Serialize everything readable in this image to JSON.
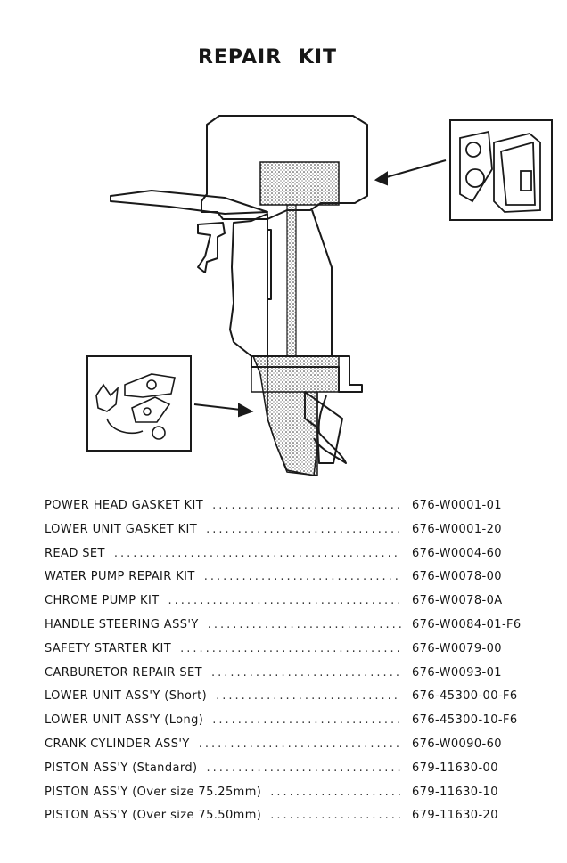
{
  "page": {
    "title": "REPAIR  KIT"
  },
  "diagram": {
    "subject": "outboard-motor",
    "callouts": [
      {
        "name": "power-head-gasket-set-inset",
        "points_to": "power-head"
      },
      {
        "name": "lower-unit-gasket-set-inset",
        "points_to": "lower-unit"
      }
    ]
  },
  "parts": [
    {
      "name": "POWER HEAD GASKET KIT",
      "number": "676-W0001-01"
    },
    {
      "name": "LOWER UNIT GASKET KIT",
      "number": "676-W0001-20"
    },
    {
      "name": "READ SET",
      "number": "676-W0004-60"
    },
    {
      "name": "WATER PUMP REPAIR KIT",
      "number": "676-W0078-00"
    },
    {
      "name": "CHROME PUMP KIT",
      "number": "676-W0078-0A"
    },
    {
      "name": "HANDLE STEERING ASS'Y",
      "number": "676-W0084-01-F6"
    },
    {
      "name": "SAFETY STARTER KIT",
      "number": "676-W0079-00"
    },
    {
      "name": "CARBURETOR REPAIR SET",
      "number": "676-W0093-01"
    },
    {
      "name": "LOWER UNIT ASS'Y (Short)",
      "number": "676-45300-00-F6"
    },
    {
      "name": "LOWER UNIT ASS'Y (Long)",
      "number": "676-45300-10-F6"
    },
    {
      "name": "CRANK CYLINDER ASS'Y",
      "number": "676-W0090-60"
    },
    {
      "name": "PISTON ASS'Y (Standard)",
      "number": "679-11630-00"
    },
    {
      "name": "PISTON ASS'Y (Over size 75.25mm)",
      "number": "679-11630-10"
    },
    {
      "name": "PISTON ASS'Y (Over size 75.50mm)",
      "number": "679-11630-20"
    }
  ]
}
